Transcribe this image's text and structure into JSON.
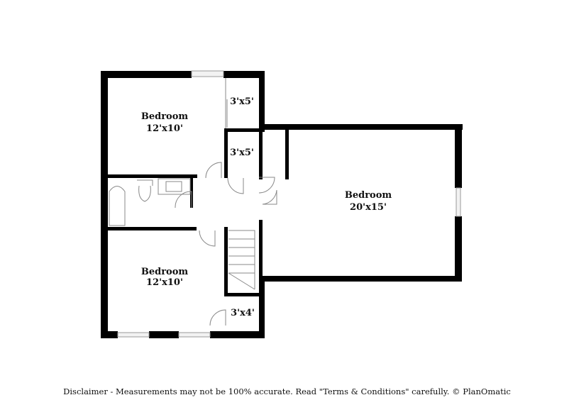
{
  "rooms": [
    {
      "name": "Bedroom",
      "size": "12'x10'"
    },
    {
      "name": "",
      "size": "3'x5'"
    },
    {
      "name": "",
      "size": "3'x5'"
    },
    {
      "name": "Bedroom",
      "size": "20'x15'"
    },
    {
      "name": "Bedroom",
      "size": "12'x10'"
    },
    {
      "name": "",
      "size": "3'x4'"
    }
  ],
  "disclaimer": "Disclaimer - Measurements may not be 100% accurate. Read \"Terms & Conditions\" carefully. © PlanOmatic",
  "colors": {
    "wall": "#000000",
    "fixture": "#888888",
    "background": "#ffffff"
  }
}
